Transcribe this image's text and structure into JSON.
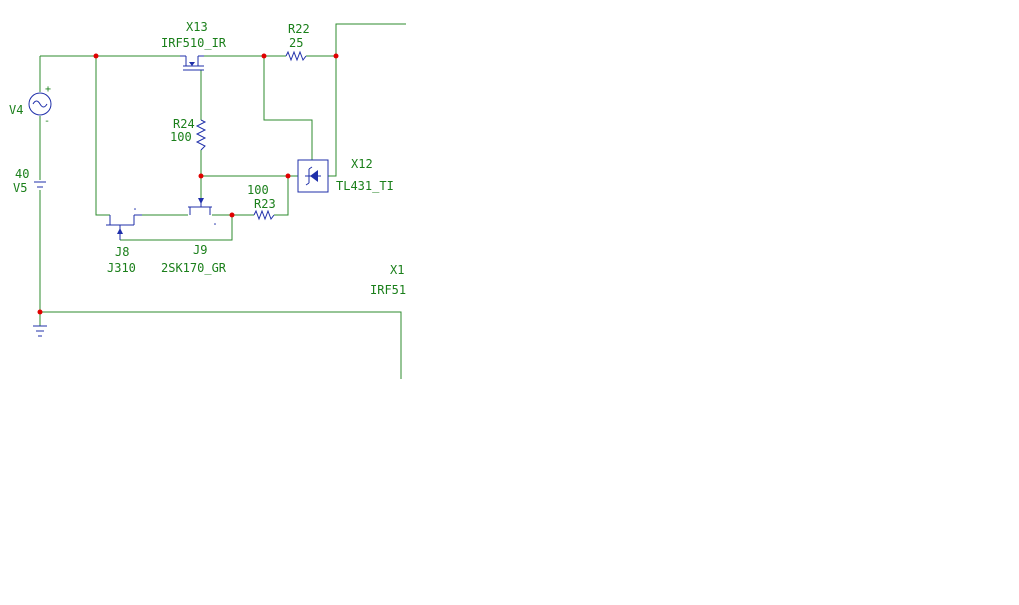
{
  "colors": {
    "background": "#ffffff",
    "wire": "#2e8b2e",
    "component": "#1f2faa",
    "label": "#1a7f1a",
    "junction": "#e00000"
  },
  "components": {
    "x13": {
      "ref": "X13",
      "part": "IRF510_IR"
    },
    "r22": {
      "ref": "R22",
      "value": "25"
    },
    "r24": {
      "ref": "R24",
      "value": "100"
    },
    "r23": {
      "ref": "R23",
      "value": "100"
    },
    "x12": {
      "ref": "X12",
      "part": "TL431_TI"
    },
    "v4": {
      "ref": "V4",
      "plus": "+",
      "minus": "-"
    },
    "v5": {
      "ref": "V5",
      "value": "40"
    },
    "j8": {
      "ref": "J8",
      "part": "J310"
    },
    "j9": {
      "ref": "J9",
      "part": "2SK170_GR"
    },
    "x1": {
      "ref": "X1",
      "part": "IRF51"
    }
  }
}
